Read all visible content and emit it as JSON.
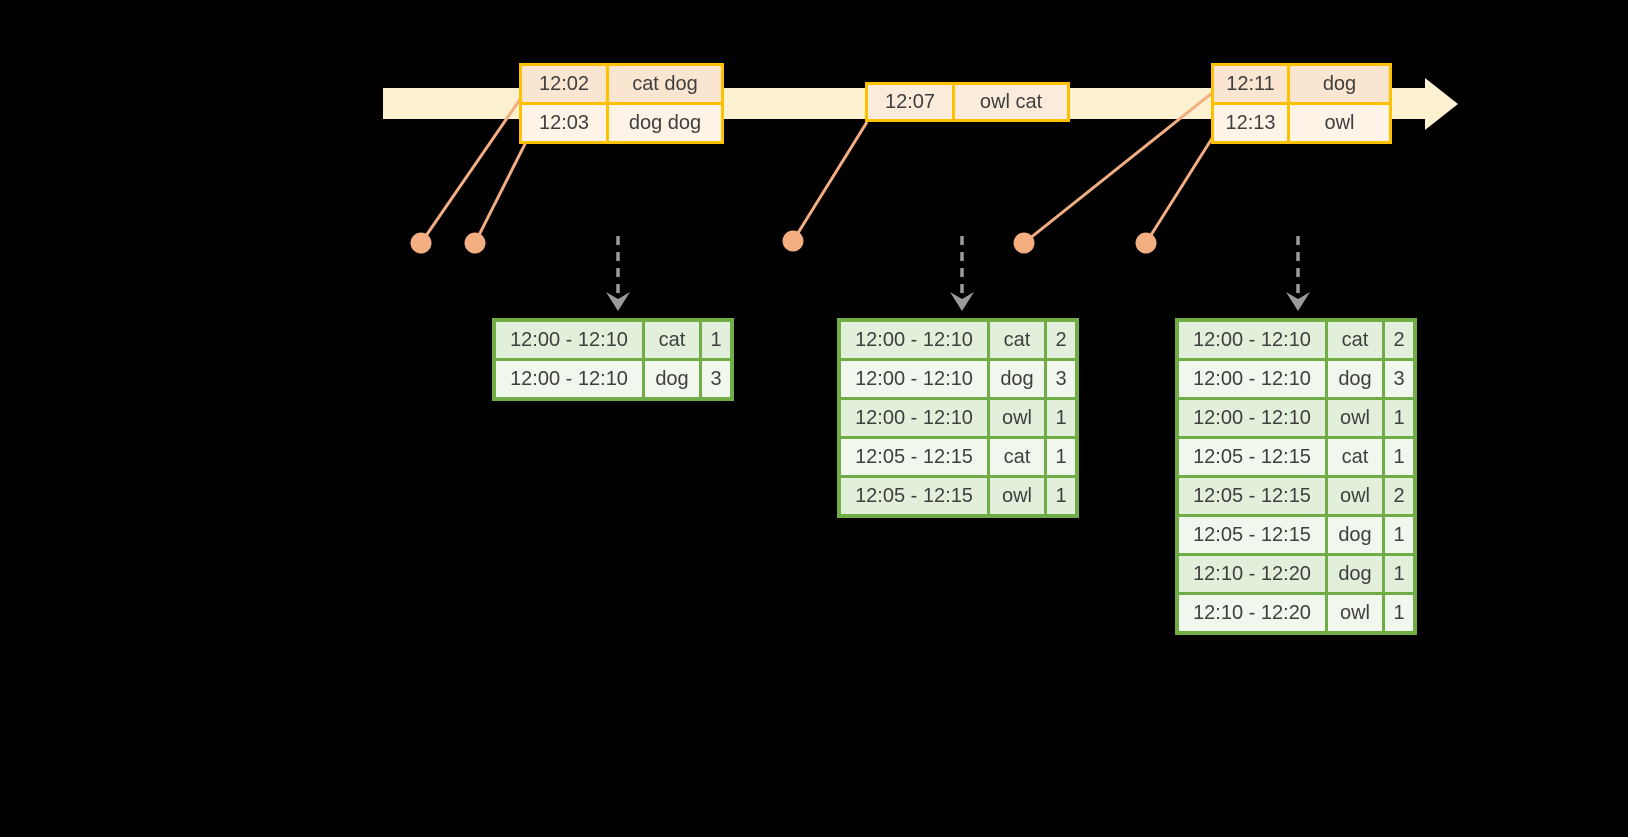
{
  "timeline": {
    "event_tables": [
      {
        "rows": [
          {
            "time": "12:02",
            "words": "cat dog"
          },
          {
            "time": "12:03",
            "words": "dog dog"
          }
        ]
      },
      {
        "rows": [
          {
            "time": "12:07",
            "words": "owl cat"
          }
        ]
      },
      {
        "rows": [
          {
            "time": "12:11",
            "words": "dog"
          },
          {
            "time": "12:13",
            "words": "owl"
          }
        ]
      }
    ]
  },
  "result_tables": [
    {
      "rows": [
        {
          "window": "12:00 - 12:10",
          "word": "cat",
          "count": "1"
        },
        {
          "window": "12:00 - 12:10",
          "word": "dog",
          "count": "3"
        }
      ]
    },
    {
      "rows": [
        {
          "window": "12:00 - 12:10",
          "word": "cat",
          "count": "2"
        },
        {
          "window": "12:00 - 12:10",
          "word": "dog",
          "count": "3"
        },
        {
          "window": "12:00 - 12:10",
          "word": "owl",
          "count": "1"
        },
        {
          "window": "12:05 - 12:15",
          "word": "cat",
          "count": "1"
        },
        {
          "window": "12:05 - 12:15",
          "word": "owl",
          "count": "1"
        }
      ]
    },
    {
      "rows": [
        {
          "window": "12:00 - 12:10",
          "word": "cat",
          "count": "2"
        },
        {
          "window": "12:00 - 12:10",
          "word": "dog",
          "count": "3"
        },
        {
          "window": "12:00 - 12:10",
          "word": "owl",
          "count": "1"
        },
        {
          "window": "12:05 - 12:15",
          "word": "cat",
          "count": "1"
        },
        {
          "window": "12:05 - 12:15",
          "word": "owl",
          "count": "2"
        },
        {
          "window": "12:05 - 12:15",
          "word": "dog",
          "count": "1"
        },
        {
          "window": "12:10 - 12:20",
          "word": "dog",
          "count": "1"
        },
        {
          "window": "12:10 - 12:20",
          "word": "owl",
          "count": "1"
        }
      ]
    }
  ],
  "colors": {
    "background": "#000000",
    "timeline_band": "#FBF0CF",
    "event_border": "#FFC000",
    "event_row_dark": "#FAE5D0",
    "event_row_light": "#FDF3E7",
    "event_row_mid": "#FBEBDB",
    "connector_orange": "#F3AE81",
    "trigger_arrow_gray": "#9B9B9B",
    "result_border": "#70AD47",
    "result_row_dark": "#E2EFDA",
    "result_row_light": "#F1F7EC",
    "text": "#3F3F3F"
  }
}
